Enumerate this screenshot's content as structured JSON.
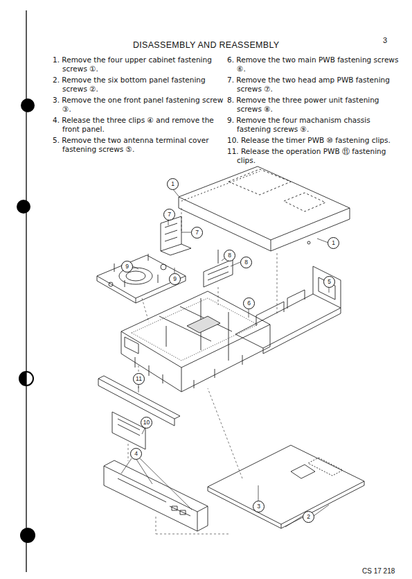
{
  "diagram": {
    "title": "DISASSEMBLY AND REASSEMBLY",
    "labels": [
      "3",
      "1. Remove the four upper cabinet fastening screws ①.",
      "2. Remove the six bottom panel fastening screws ②.",
      "3. Remove the one front panel fastening screw ③.",
      "4. Release the three clips ④ and remove the front panel.",
      "5. Remove the two antenna terminal cover fastening screws ⑤.",
      "6. Remove the two main PWB fastening screws ⑥.",
      "7. Remove the two head amp PWB fastening screws ⑦.",
      "8. Remove the three power unit fastening screws ⑧.",
      "9. Remove the four machanism chassis fastening screws ⑨.",
      "10. Release the timer PWB ⑩ fastening clips.",
      "11. Release the operation PWB ⑪ fastening clips.",
      "1",
      "1",
      "7",
      "7",
      "9",
      "9",
      "8",
      "8",
      "6",
      "5",
      "11",
      "10",
      "4",
      "3",
      "2",
      "CS 17 218"
    ]
  }
}
